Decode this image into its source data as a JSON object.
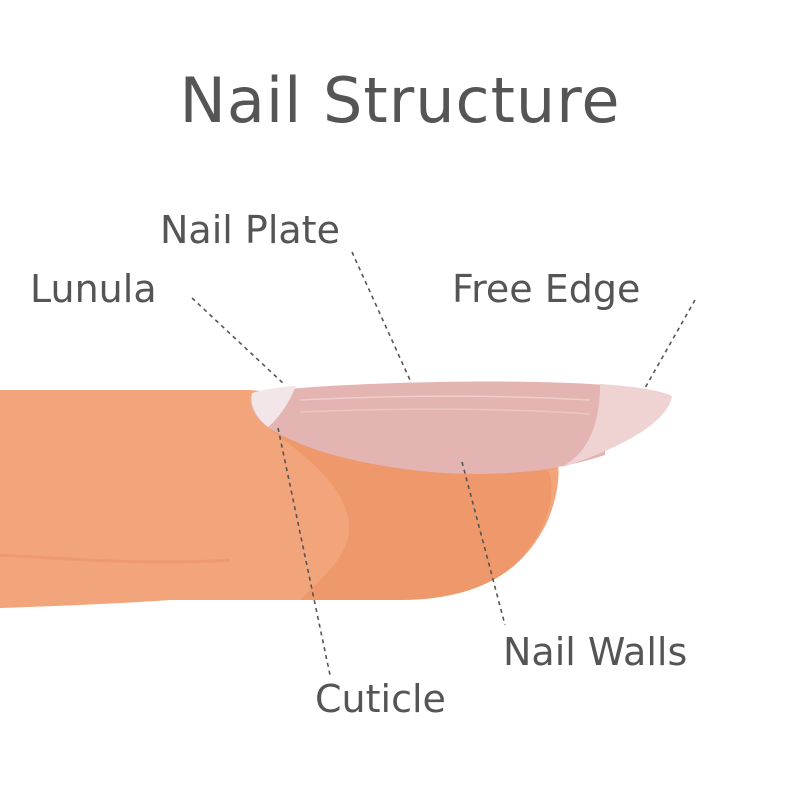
{
  "title": "Nail Structure",
  "labels": {
    "nail_plate": "Nail Plate",
    "lunula": "Lunula",
    "free_edge": "Free Edge",
    "nail_walls": "Nail Walls",
    "cuticle": "Cuticle"
  },
  "colors": {
    "skin": "#f2a47b",
    "skin_shadow": "#e98a5c",
    "nail_plate": "#e3b4b1",
    "nail_edge": "#efd2d2",
    "lunula": "#f3e6e8",
    "text": "#555555",
    "background": "#ffffff"
  }
}
